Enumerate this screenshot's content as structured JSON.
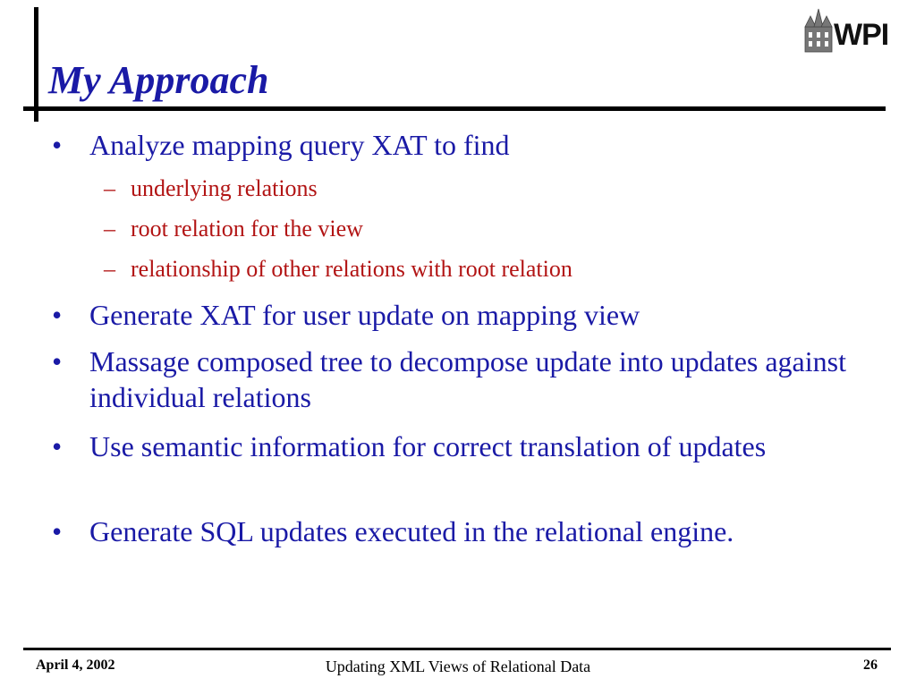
{
  "slide": {
    "title": "My Approach",
    "logo": {
      "text": "WPI",
      "icon": "wpi-building-logo-icon"
    },
    "bullets": [
      {
        "text": "Analyze mapping query XAT to find",
        "subs": [
          "underlying relations",
          "root relation for the view",
          "relationship of other relations with root relation"
        ]
      },
      {
        "text": "Generate XAT for user update on mapping view"
      },
      {
        "text": "Massage composed tree to decompose update into updates against individual relations"
      },
      {
        "text": "Use semantic information for correct translation of updates"
      },
      {
        "text": "Generate SQL updates executed in the relational engine."
      }
    ],
    "bullet_glyph": "•",
    "sub_glyph": "–"
  },
  "footer": {
    "date": "April 4, 2002",
    "title": "Updating XML Views of  Relational Data",
    "page": "26"
  },
  "colors": {
    "title": "#1a1aa6",
    "body": "#1a1aa6",
    "sub": "#b21414"
  }
}
